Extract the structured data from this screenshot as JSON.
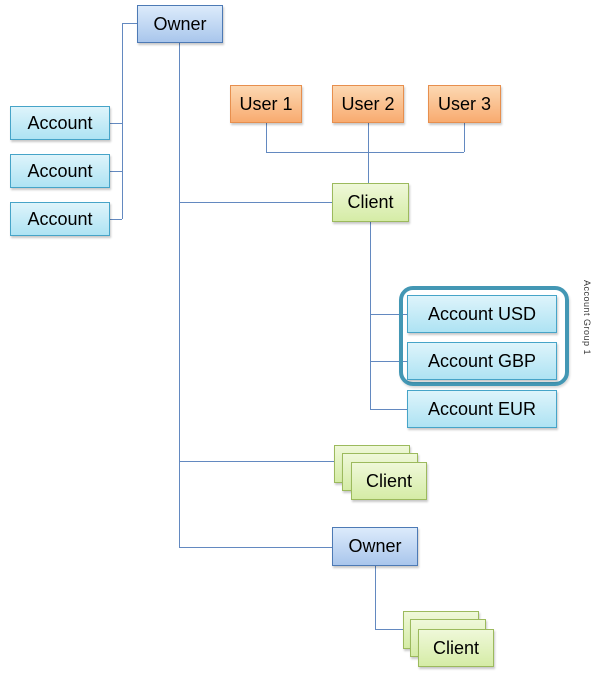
{
  "diagram": {
    "nodes": {
      "owner_top": "Owner",
      "account_1": "Account",
      "account_2": "Account",
      "account_3": "Account",
      "user_1": "User 1",
      "user_2": "User 2",
      "user_3": "User 3",
      "client_main": "Client",
      "account_usd": "Account USD",
      "account_gbp": "Account GBP",
      "account_eur": "Account EUR",
      "client_stack_1": "Client",
      "owner_mid": "Owner",
      "client_stack_2": "Client"
    },
    "group": {
      "label": "Account Group 1"
    },
    "colors": {
      "blue_border": "#4d7ab5",
      "blue_top": "#dcebfb",
      "blue_bottom": "#a9c6ec",
      "cyan_border": "#46a4c8",
      "cyan_top": "#def4fb",
      "cyan_bottom": "#aee3f3",
      "orange_border": "#e78f4e",
      "orange_top": "#fcd8b2",
      "orange_bottom": "#f8ab70",
      "green_border": "#9cba5d",
      "green_top": "#eff8d9",
      "green_bottom": "#d5eca6",
      "group_border": "#4397b4",
      "connector": "#6389c0"
    }
  }
}
